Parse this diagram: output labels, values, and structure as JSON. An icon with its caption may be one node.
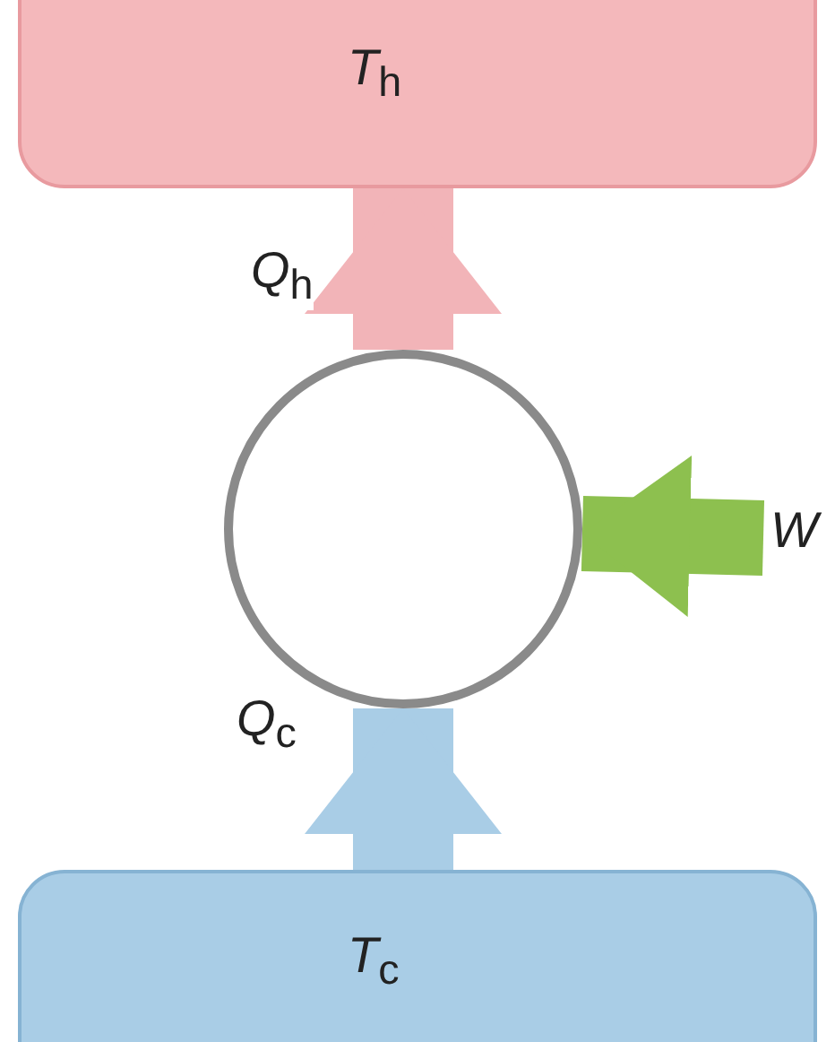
{
  "diagram": {
    "nodes": [
      {
        "text": [
          "*T*$_{h}$"
        ]
      },
      {
        "text": [],
        "shape": "circle"
      },
      {
        "text": [
          "*T*$_{c}$"
        ]
      },
      {
        "text": [
          "*W*"
        ]
      }
    ],
    "edges": [
      {
        "from": 2,
        "to": 1,
        "arrow": "to",
        "label": "*Q*$_{c}$",
        "color": "#a9cde6"
      },
      {
        "from": 1,
        "to": 0,
        "arrow": "to",
        "label": "*Q*$_{h}$",
        "color": "#f2b4b8"
      },
      {
        "from": 3,
        "to": 1,
        "arrow": "to",
        "color": "#8dc04f"
      }
    ]
  }
}
